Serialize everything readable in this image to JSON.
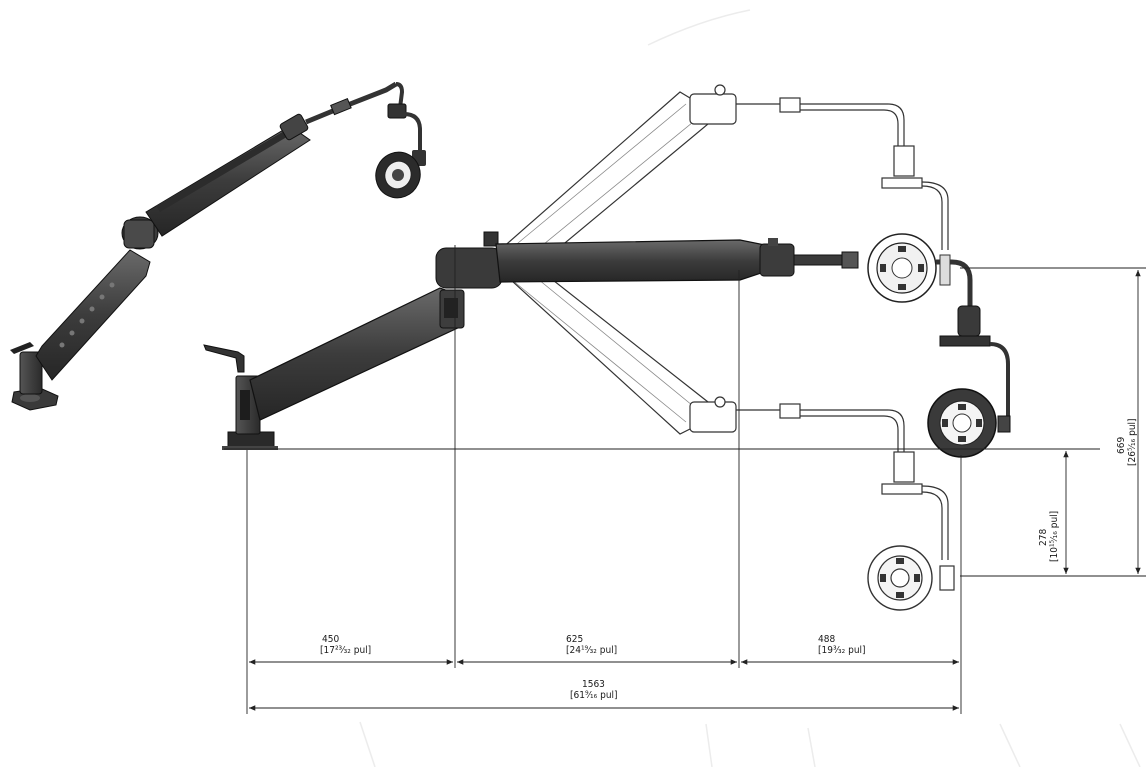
{
  "drawing": {
    "dimensions": {
      "d450": {
        "value": "450",
        "alt": "[17²³⁄₃₂ pul]"
      },
      "d625": {
        "value": "625",
        "alt": "[24¹⁹⁄₃₂ pul]"
      },
      "d488": {
        "value": "488",
        "alt": "[19³⁄₃₂ pul]"
      },
      "d1563": {
        "value": "1563",
        "alt": "[61⁹⁄₁₆ pul]"
      },
      "d278": {
        "value": "278",
        "alt": "[10¹⁵⁄₁₆ pul]"
      },
      "d669": {
        "value": "669",
        "alt": "[26⁵⁄₁₆ pul]"
      }
    }
  }
}
